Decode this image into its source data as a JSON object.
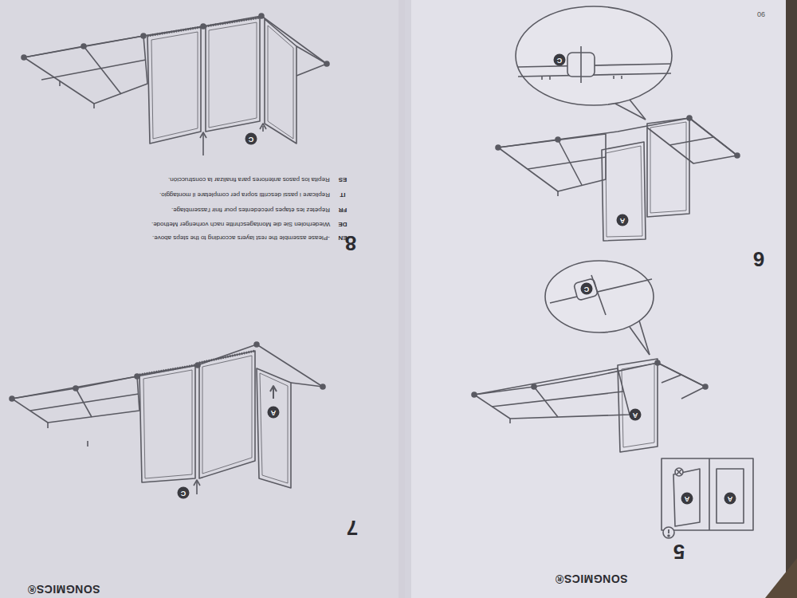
{
  "diagram": {
    "labels": [
      "SONGMICS®",
      "7",
      "8",
      "EN",
      "-Please assemble the rest layers according to the steps above.",
      "DE",
      "Wiederholen Sie die Montageschritte nach vorheriger Methode.",
      "FR",
      "Répétez les étapes précédentes pour finir l'assemblage.",
      "IT",
      "Replicare i passi descritti sopra per completare il montaggio.",
      "ES",
      "Repita los pasos anteriores para finalizar la construcción.",
      "C",
      "A",
      "C",
      "SONGMICS®",
      "90",
      "6",
      "C",
      "A",
      "5",
      "C",
      "A",
      "A",
      "A"
    ]
  }
}
